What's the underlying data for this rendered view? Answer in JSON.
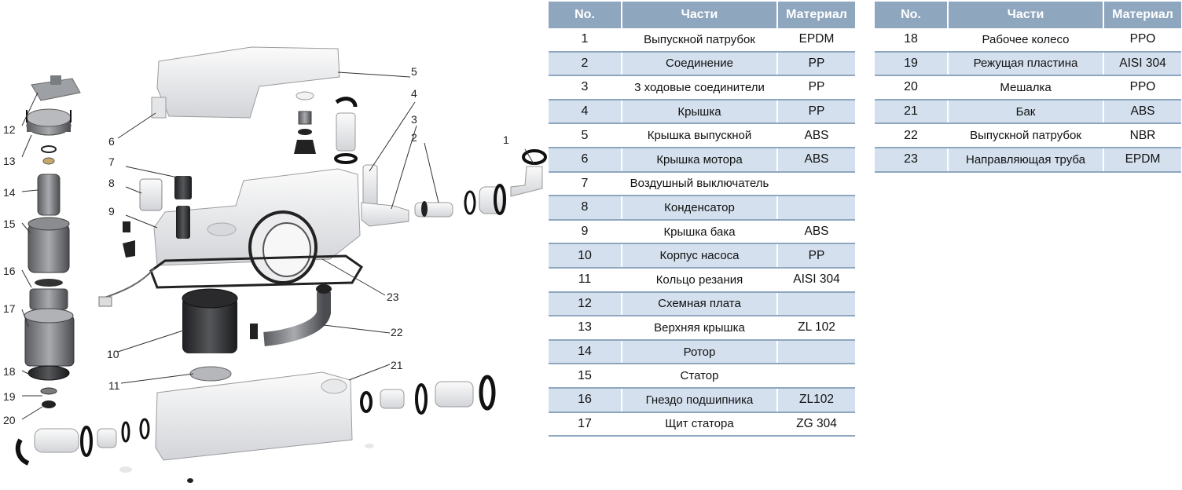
{
  "headers": {
    "no": "No.",
    "part": "Части",
    "material": "Материал"
  },
  "rows_left": [
    {
      "no": "1",
      "part": "Выпускной патрубок",
      "material": "EPDM"
    },
    {
      "no": "2",
      "part": "Соединение",
      "material": "PP"
    },
    {
      "no": "3",
      "part": "3 ходовые соединители",
      "material": "PP"
    },
    {
      "no": "4",
      "part": "Крышка",
      "material": "PP"
    },
    {
      "no": "5",
      "part": "Крышка выпускной",
      "material": "ABS"
    },
    {
      "no": "6",
      "part": "Крышка мотора",
      "material": "ABS"
    },
    {
      "no": "7",
      "part": "Воздушный выключатель",
      "material": ""
    },
    {
      "no": "8",
      "part": "Конденсатор",
      "material": ""
    },
    {
      "no": "9",
      "part": "Крышка бака",
      "material": "ABS"
    },
    {
      "no": "10",
      "part": "Корпус насоса",
      "material": "PP"
    },
    {
      "no": "11",
      "part": "Кольцо резания",
      "material": "AISI 304"
    },
    {
      "no": "12",
      "part": "Схемная плата",
      "material": ""
    },
    {
      "no": "13",
      "part": "Верхняя крышка",
      "material": "ZL 102"
    },
    {
      "no": "14",
      "part": "Ротор",
      "material": ""
    },
    {
      "no": "15",
      "part": "Статор",
      "material": ""
    },
    {
      "no": "16",
      "part": "Гнездо подшипника",
      "material": "ZL102"
    },
    {
      "no": "17",
      "part": "Щит статора",
      "material": "ZG 304"
    }
  ],
  "rows_right": [
    {
      "no": "18",
      "part": "Рабочее колесо",
      "material": "PPO"
    },
    {
      "no": "19",
      "part": "Режущая пластина",
      "material": "AISI 304"
    },
    {
      "no": "20",
      "part": "Мешалка",
      "material": "PPO"
    },
    {
      "no": "21",
      "part": "Бак",
      "material": "ABS"
    },
    {
      "no": "22",
      "part": "Выпускной патрубок",
      "material": "NBR"
    },
    {
      "no": "23",
      "part": "Направляющая труба",
      "material": "EPDM"
    }
  ],
  "callouts": [
    "1",
    "2",
    "3",
    "4",
    "5",
    "6",
    "7",
    "8",
    "9",
    "10",
    "11",
    "12",
    "13",
    "14",
    "15",
    "16",
    "17",
    "18",
    "19",
    "20",
    "21",
    "22",
    "23"
  ],
  "colors": {
    "header_bg": "#8fa6bf",
    "alt_row_bg": "#d4e0ee",
    "line": "#8fa6bf"
  }
}
